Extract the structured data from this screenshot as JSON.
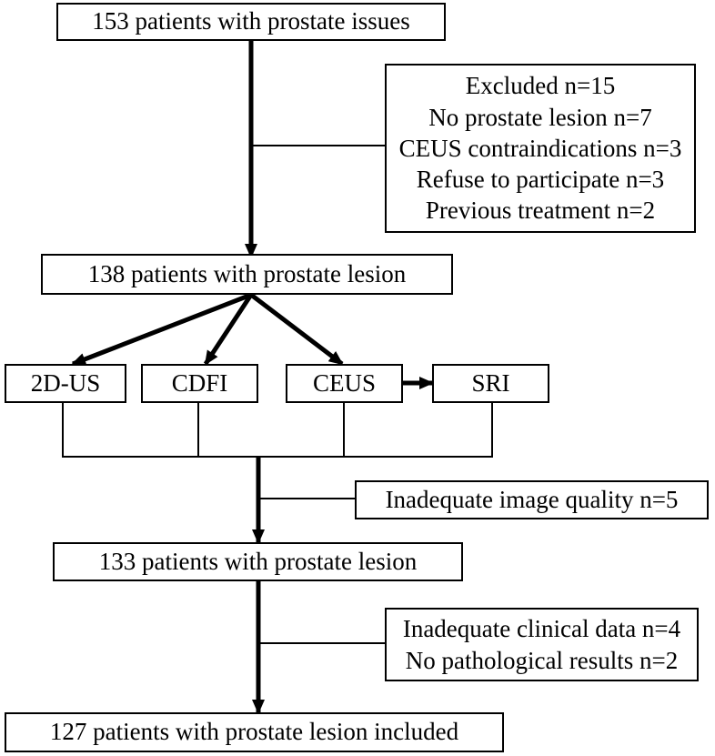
{
  "boxes": {
    "start": "153 patients with prostate issues",
    "excluded_1": [
      "Excluded n=15",
      "No prostate lesion n=7",
      "CEUS contraindications n=3",
      "Refuse to participate n=3",
      "Previous treatment n=2"
    ],
    "lesion_138": "138 patients with prostate lesion",
    "modalities": {
      "us2d": "2D-US",
      "cdfi": "CDFI",
      "ceus": "CEUS",
      "sri": "SRI"
    },
    "excluded_2": "Inadequate image quality n=5",
    "lesion_133": "133 patients with prostate lesion",
    "excluded_3": [
      "Inadequate clinical data n=4",
      "No pathological results n=2"
    ],
    "final": "127 patients with prostate lesion included"
  }
}
